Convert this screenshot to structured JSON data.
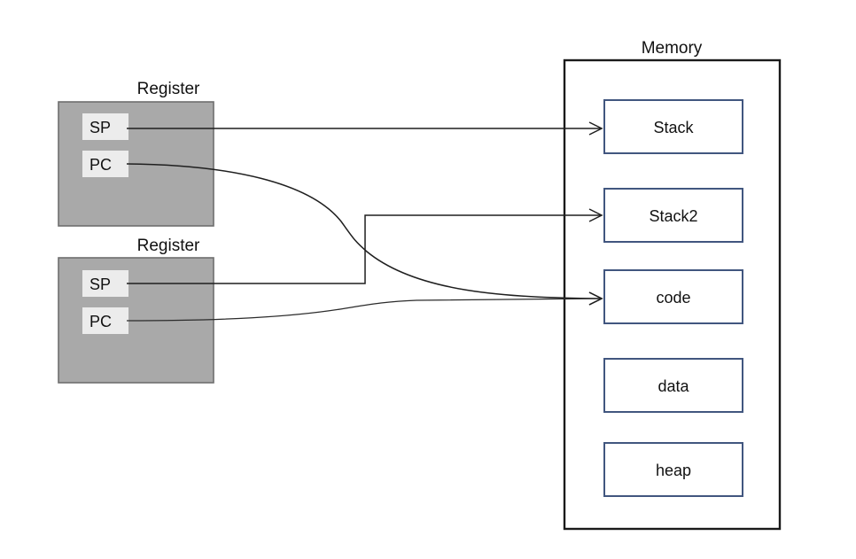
{
  "diagram": {
    "title_hidden": "",
    "register_groups": [
      {
        "title": "Register",
        "registers": [
          {
            "name": "SP",
            "target": "Stack"
          },
          {
            "name": "PC",
            "target": "code"
          }
        ]
      },
      {
        "title": "Register",
        "registers": [
          {
            "name": "SP",
            "target": "Stack2"
          },
          {
            "name": "PC",
            "target": "code"
          }
        ]
      }
    ],
    "memory": {
      "title": "Memory",
      "blocks": [
        {
          "label": "Stack"
        },
        {
          "label": "Stack2"
        },
        {
          "label": "code"
        },
        {
          "label": "data"
        },
        {
          "label": "heap"
        }
      ]
    },
    "colors": {
      "register_fill": "#a9a9a9",
      "register_stroke": "#6e6e6e",
      "chip_fill": "#ececec",
      "memory_stroke": "#1a1a1a",
      "block_stroke": "#41567f",
      "connector": "#1f1f1f",
      "background": "#ffffff"
    }
  }
}
